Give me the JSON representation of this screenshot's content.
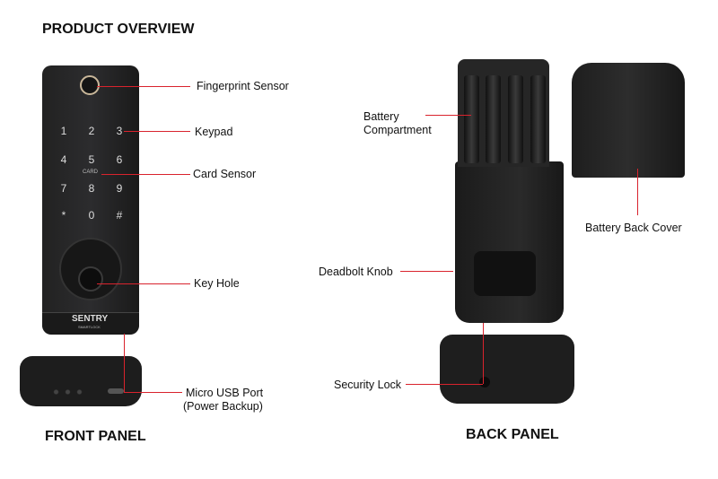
{
  "title": "PRODUCT OVERVIEW",
  "front_panel": {
    "heading": "FRONT PANEL",
    "keys": [
      "1",
      "2",
      "3",
      "4",
      "5",
      "6",
      "7",
      "8",
      "9",
      "*",
      "0",
      "#"
    ],
    "card_text": "CARD",
    "logo": "SENTRY",
    "logo_sub": "SMARTLOCK",
    "callouts": {
      "fingerprint": "Fingerprint Sensor",
      "keypad": "Keypad",
      "card": "Card Sensor",
      "keyhole": "Key Hole",
      "usb_line1": "Micro USB Port",
      "usb_line2": "(Power Backup)"
    }
  },
  "back_panel": {
    "heading": "BACK PANEL",
    "callouts": {
      "battery_line1": "Battery",
      "battery_line2": "Compartment",
      "cover": "Battery Back Cover",
      "knob": "Deadbolt Knob",
      "security": "Security Lock"
    }
  },
  "colors": {
    "callout_line": "#d9232d",
    "device": "#1c1c1e"
  }
}
